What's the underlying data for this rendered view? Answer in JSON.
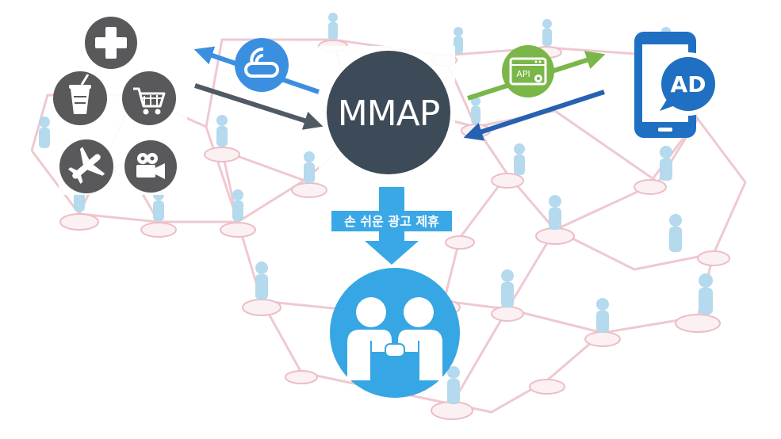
{
  "hub": {
    "label": "MMAP"
  },
  "flow_label": "손 쉬운 광고 제휴",
  "app": {
    "badge_label": "AD"
  },
  "api": {
    "label": "API"
  },
  "categories": [
    {
      "icon": "medical-cross-icon"
    },
    {
      "icon": "drink-icon"
    },
    {
      "icon": "shopping-cart-icon"
    },
    {
      "icon": "airplane-icon"
    },
    {
      "icon": "video-camera-icon"
    }
  ],
  "colors": {
    "hub": "#3d4a57",
    "category": "#59595b",
    "blue_arrow": "#3b8fe0",
    "green_arrow": "#7ab648",
    "dark_arrow": "#505a64",
    "navy_arrow": "#2662b2",
    "phone": "#1f6fc2",
    "down_arrow": "#3aa8e6",
    "handshake_bg": "#37a6e4",
    "network_line": "#ecc0c8",
    "person": "#a9d3ea"
  }
}
